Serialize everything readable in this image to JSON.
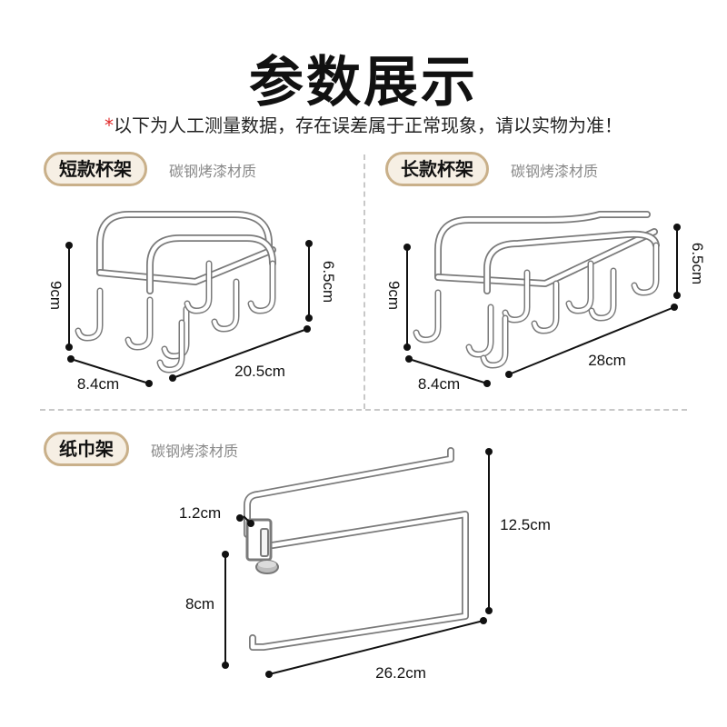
{
  "header": {
    "title": "参数展示",
    "note_star": "*",
    "note": "以下为人工测量数据，存在误差属于正常现象，请以实物为准！"
  },
  "products": {
    "short_cup_rack": {
      "name": "短款杯架",
      "material": "碳钢烤漆材质",
      "height": "9cm",
      "hook_height": "6.5cm",
      "depth": "8.4cm",
      "length": "20.5cm"
    },
    "long_cup_rack": {
      "name": "长款杯架",
      "material": "碳钢烤漆材质",
      "height": "9cm",
      "hook_height": "6.5cm",
      "depth": "8.4cm",
      "length": "28cm"
    },
    "paper_towel_rack": {
      "name": "纸巾架",
      "material": "碳钢烤漆材质",
      "top_gap": "1.2cm",
      "drop": "8cm",
      "height": "12.5cm",
      "length": "26.2cm"
    }
  }
}
